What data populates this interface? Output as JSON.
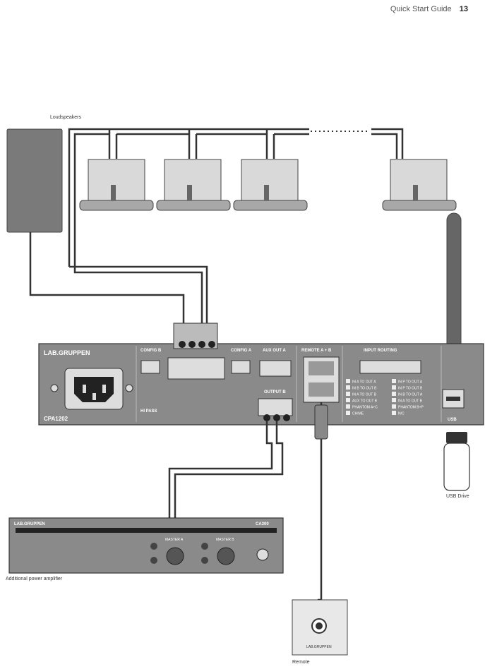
{
  "header": {
    "guide_title": "Quick Start Guide",
    "page_number": "13"
  },
  "labels": {
    "loudspeakers": "Loudspeakers",
    "usb_drive": "USB Drive",
    "additional_amp": "Additional power amplifier",
    "remote": "Remote"
  },
  "main_unit": {
    "brand": "LAB.GRUPPEN",
    "model": "CPA1202",
    "config_b": "CONFIG B",
    "config_a": "CONFIG A",
    "aux_out_a": "AUX OUT A",
    "output_b": "OUTPUT B",
    "remote_ab": "REMOTE A + B",
    "input_routing": "INPUT ROUTING",
    "hi_pass": "HI PASS",
    "usb": "USB",
    "routing_items_left": [
      "IN A TO OUT A",
      "IN B TO OUT B",
      "IN A TO OUT B",
      "AUX TO OUT B",
      "PHANTOM A+C",
      "CHIME"
    ],
    "routing_items_right": [
      "IN P TO OUT A",
      "IN P TO OUT B",
      "IN B TO OUT A",
      "IN A TO OUT B",
      "PHANTOM B+P",
      "N/C"
    ]
  },
  "amp": {
    "brand": "LAB.GRUPPEN",
    "model": "CA300",
    "master_a": "MASTER A",
    "master_b": "MASTER B"
  },
  "remote_panel": {
    "brand": "LAB.GRUPPEN"
  },
  "colors": {
    "outline": "#333333",
    "fill_dark": "#777777",
    "panel_gray": "#8a8a8a",
    "speaker_gray": "#a8a8a8"
  }
}
